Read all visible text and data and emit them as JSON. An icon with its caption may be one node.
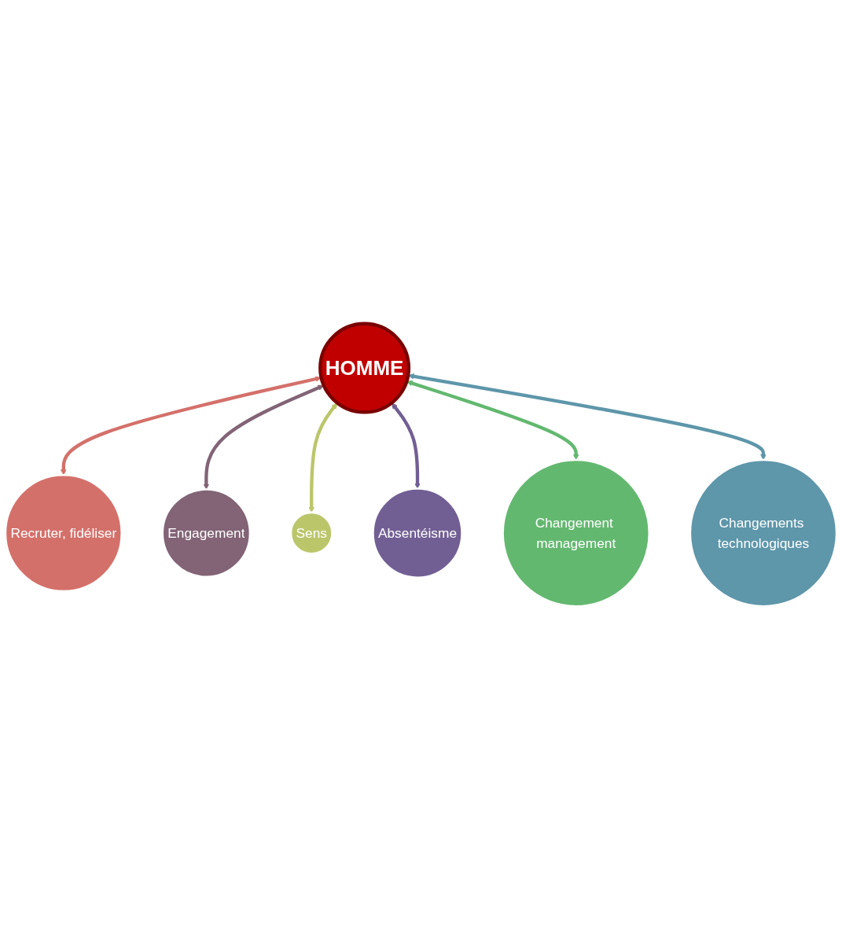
{
  "diagram": {
    "nodes": [
      {
        "text": [
          "Recruter, fidéliser"
        ]
      },
      {
        "text": [
          "Engagement"
        ]
      },
      {
        "text": [
          "Sens"
        ]
      },
      {
        "text": [
          "HOMME"
        ]
      },
      {
        "text": [
          "Absentéisme"
        ]
      },
      {
        "text": [
          "Changement management"
        ]
      },
      {
        "text": [
          "Changements technologiques"
        ]
      }
    ],
    "edges": [
      {
        "from": 3,
        "to": 0,
        "arrow": "both",
        "color": "#d4706a"
      },
      {
        "from": 3,
        "to": 1,
        "arrow": "both",
        "color": "#826476"
      },
      {
        "from": 3,
        "to": 2,
        "arrow": "both",
        "color": "#bbc66a"
      },
      {
        "from": 3,
        "to": 4,
        "arrow": "both",
        "color": "#715f94"
      },
      {
        "from": 3,
        "to": 5,
        "arrow": "both",
        "color": "#63b870"
      },
      {
        "from": 3,
        "to": 6,
        "arrow": "both",
        "color": "#5e96aa"
      }
    ]
  }
}
